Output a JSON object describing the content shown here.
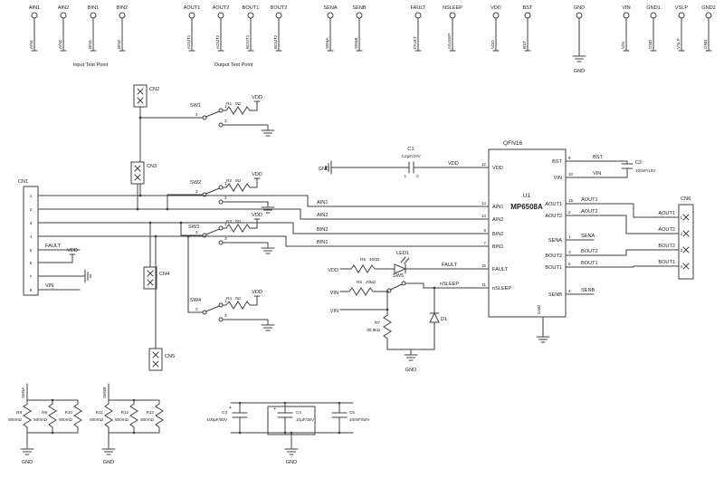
{
  "labels": {
    "input_tp": "Input Test Point",
    "output_tp": "Output Test Point"
  },
  "tp": [
    {
      "name": "AIN1",
      "net": "AIN1"
    },
    {
      "name": "AIN2",
      "net": "AIN2"
    },
    {
      "name": "BIN1",
      "net": "BIN1"
    },
    {
      "name": "BIN2",
      "net": "BIN2"
    },
    {
      "name": "AOUT1",
      "net": "AOUT1"
    },
    {
      "name": "AOUT2",
      "net": "AOUT2"
    },
    {
      "name": "BOUT1",
      "net": "BOUT1"
    },
    {
      "name": "BOUT2",
      "net": "BOUT2"
    },
    {
      "name": "SENA",
      "net": "SENA"
    },
    {
      "name": "SENB",
      "net": "SENB"
    },
    {
      "name": "FAULT",
      "net": "FAULT"
    },
    {
      "name": "NSLEEP",
      "net": "nSLEEP"
    },
    {
      "name": "VDD",
      "net": "VDD"
    },
    {
      "name": "BST",
      "net": "BST"
    },
    {
      "name": "GND",
      "net": "GND"
    },
    {
      "name": "VIN",
      "net": "VIN"
    },
    {
      "name": "GND1",
      "net": "GND"
    },
    {
      "name": "VSLP",
      "net": "VSLP"
    },
    {
      "name": "GND2",
      "net": "GND"
    }
  ],
  "cn1": {
    "ref": "CN1",
    "pins": [
      "1",
      "2",
      "3",
      "4",
      "5",
      "6",
      "7",
      "8"
    ]
  },
  "cn2": {
    "ref": "CN2"
  },
  "cn3": {
    "ref": "CN3"
  },
  "cn4": {
    "ref": "CN4"
  },
  "cn5": {
    "ref": "CN5"
  },
  "cn6": {
    "ref": "CN6",
    "pins": [
      "1",
      "2",
      "3",
      "4"
    ],
    "nets": [
      "AOUT1",
      "AOUT2",
      "BOUT2",
      "BOUT1"
    ]
  },
  "sw": [
    {
      "ref": "SW1",
      "pins": [
        "1",
        "2",
        "3"
      ]
    },
    {
      "ref": "SW2",
      "pins": [
        "1",
        "2",
        "3"
      ]
    },
    {
      "ref": "SW3",
      "pins": [
        "1",
        "2",
        "3"
      ]
    },
    {
      "ref": "SW4",
      "pins": [
        "1",
        "2",
        "3"
      ]
    },
    {
      "ref": "SW5"
    }
  ],
  "r": [
    {
      "ref": "R1",
      "val": "0Ω"
    },
    {
      "ref": "R2",
      "val": "0Ω"
    },
    {
      "ref": "R3",
      "val": "0Ω"
    },
    {
      "ref": "R4",
      "val": "0Ω"
    },
    {
      "ref": "R5",
      "val": "460Ω"
    },
    {
      "ref": "R6",
      "val": "20kΩ"
    },
    {
      "ref": "R7",
      "val": "80.9kΩ"
    },
    {
      "ref": "R8",
      "val": "500mΩ"
    },
    {
      "ref": "R9",
      "val": "500mΩ"
    },
    {
      "ref": "R10",
      "val": "500mΩ"
    },
    {
      "ref": "R11",
      "val": "500mΩ"
    },
    {
      "ref": "R12",
      "val": "500mΩ"
    },
    {
      "ref": "R13",
      "val": "500mΩ"
    }
  ],
  "c": [
    {
      "ref": "C1",
      "val": "2.2µF/10V",
      "p1": "1",
      "p2": "2"
    },
    {
      "ref": "C2",
      "val": "100nF/16V"
    },
    {
      "ref": "C3",
      "val": "100µF/50V",
      "plus": "+"
    },
    {
      "ref": "C4",
      "val": "10µF/35V",
      "plus": "+"
    },
    {
      "ref": "C5",
      "val": "100nF/50V"
    }
  ],
  "d": {
    "led1": "LED1",
    "d1": "D1"
  },
  "u1": {
    "ref": "U1",
    "part": "MP6508A",
    "pkg": "QFN16",
    "gnd": "GND",
    "left": [
      {
        "n": "12",
        "name": "VDD"
      },
      {
        "n": "14",
        "name": "AIN1"
      },
      {
        "n": "13",
        "name": "AIN2"
      },
      {
        "n": "6",
        "name": "BIN2"
      },
      {
        "n": "7",
        "name": "BIN1"
      },
      {
        "n": "15",
        "name": "FAULT"
      },
      {
        "n": "11",
        "name": "nSLEEP"
      }
    ],
    "right": [
      {
        "n": "9",
        "name": "BST"
      },
      {
        "n": "10",
        "name": "VIN"
      },
      {
        "n": "16",
        "name": "AOUT1"
      },
      {
        "n": "2",
        "name": "AOUT2"
      },
      {
        "n": "1",
        "name": "SENA"
      },
      {
        "n": "3",
        "name": "BOUT2"
      },
      {
        "n": "5",
        "name": "BOUT1"
      },
      {
        "n": "4",
        "name": "SENB"
      }
    ]
  },
  "nets": {
    "ain1": "AIN1",
    "ain2": "AIN2",
    "bin1": "BIN1",
    "bin2": "BIN2",
    "vdd": "VDD",
    "gnd": "GND",
    "vin": "VIN",
    "fault": "FAULT",
    "nsleep": "nSLEEP",
    "bst": "BST",
    "aout1": "AOUT1",
    "aout2": "AOUT2",
    "bout1": "BOUT1",
    "bout2": "BOUT2",
    "sena": "SENA",
    "senb": "SENB"
  }
}
